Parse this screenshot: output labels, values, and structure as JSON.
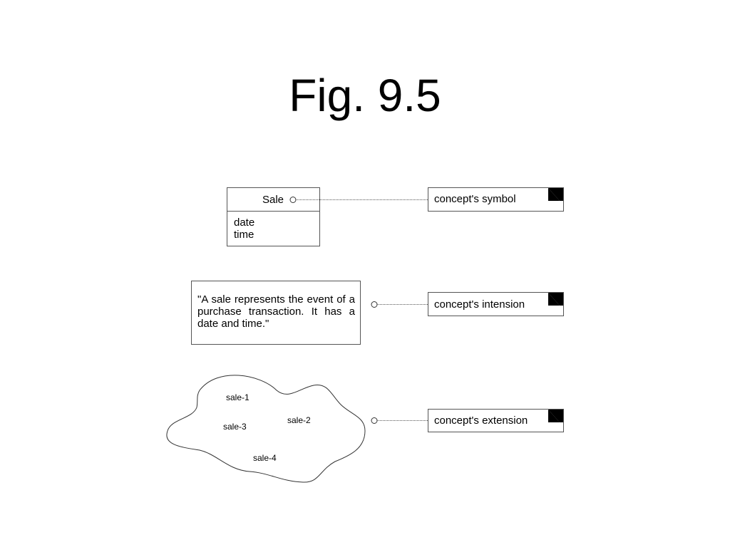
{
  "title": "Fig. 9.5",
  "symbol_box": {
    "name": "Sale",
    "attributes": [
      "date",
      "time"
    ]
  },
  "intension_box": {
    "text": "\"A sale represents the event of a purchase transaction. It has a date and time.\""
  },
  "extension_cloud": {
    "instances": [
      "sale-1",
      "sale-2",
      "sale-3",
      "sale-4"
    ]
  },
  "notes": [
    {
      "label": "concept's symbol"
    },
    {
      "label": "concept's intension"
    },
    {
      "label": "concept's extension"
    }
  ]
}
